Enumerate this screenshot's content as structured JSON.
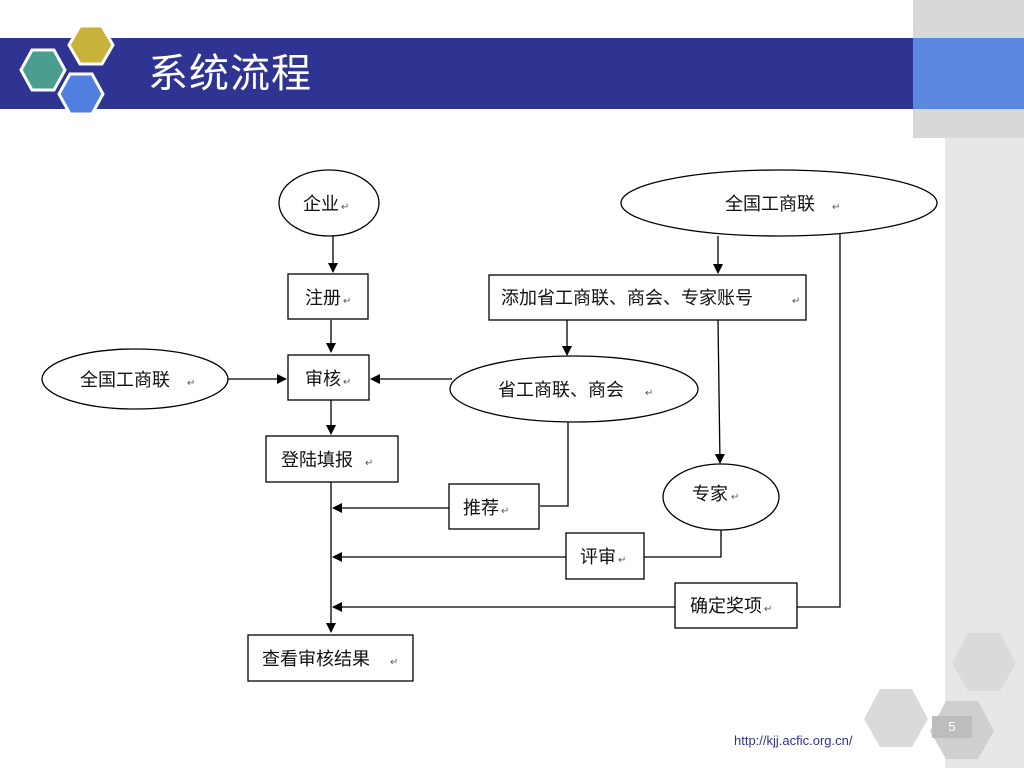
{
  "slide": {
    "title": "系统流程",
    "url": "http://kjj.acfic.org.cn/",
    "page_number": "5"
  },
  "diagram": {
    "nodes": {
      "enterprise": "企业",
      "acfic_top": "全国工商联",
      "register": "注册",
      "add_accounts": "添加省工商联、商会、专家账号",
      "acfic_left": "全国工商联",
      "review": "审核",
      "provincial": "省工商联、商会",
      "login_fill": "登陆填报",
      "expert": "专家",
      "recommend": "推荐",
      "evaluate": "评审",
      "confirm_award": "确定奖项",
      "view_result": "查看审核结果"
    },
    "paragraph_mark": "↵"
  },
  "colors": {
    "title_band": "#2f3391",
    "accent_blue": "#5a87e0",
    "hex_teal": "#4a9e8e",
    "hex_gold": "#c9b23a",
    "hex_blue": "#4f7fe0"
  }
}
